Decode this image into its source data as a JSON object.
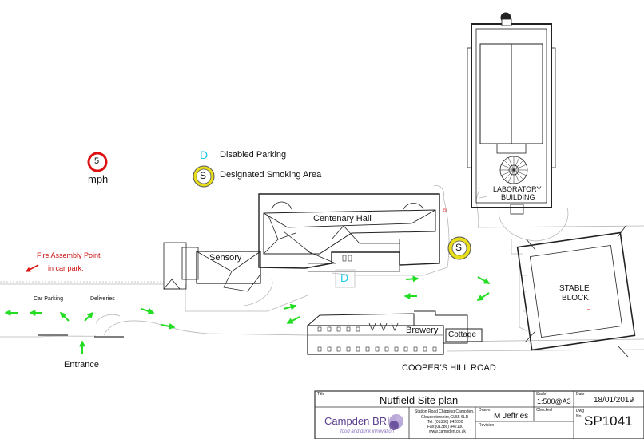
{
  "legend": {
    "disabled_symbol": "D",
    "disabled_label": "Disabled Parking",
    "smoking_symbol": "S",
    "smoking_label": "Designated Smoking Area",
    "speed_value": "5",
    "speed_unit": "mph"
  },
  "buildings": {
    "centenary": "Centenary Hall",
    "sensory": "Sensory",
    "laboratory_line1": "LABORATORY",
    "laboratory_line2": "BUILDING",
    "stable_line1": "STABLE",
    "stable_line2": "BLOCK",
    "brewery": "Brewery",
    "cottage": "Cottage"
  },
  "map_labels": {
    "fire_line1": "Fire Assembly Point",
    "fire_line2": "in car park.",
    "car_parking": "Car Parking",
    "deliveries": "Deliveries",
    "entrance": "Entrance",
    "road": "COOPER'S HILL ROAD",
    "marker_d": "D",
    "marker_s": "S"
  },
  "title_block": {
    "title_caption": "Title",
    "title": "Nutfield Site plan",
    "scale_caption": "Scale",
    "scale": "1:500@A3",
    "date_caption": "Date",
    "date": "18/01/2019",
    "drawn_caption": "Drawn",
    "drawn": "M Jeffries",
    "checked_caption": "Checked",
    "dwg_caption": "Dwg No",
    "dwg": "SP1041",
    "revision_caption": "Revision",
    "company": "Campden BRI",
    "tagline": "food and drink innovation",
    "address_1": "Station Road Chipping Campden,",
    "address_2": "Gloucestershire,GL55 6LD",
    "address_3": "Tel: (01386) 842000",
    "address_4": "Fax:(01386) 842100",
    "address_5": "www.campden.co.uk"
  },
  "colors": {
    "arrow_green": "#22dd22",
    "fire_red": "#dd1111",
    "disabled_cyan": "#22ccee",
    "smoking_yellow": "#e8df1a",
    "brand_purple": "#5b3f8f"
  }
}
